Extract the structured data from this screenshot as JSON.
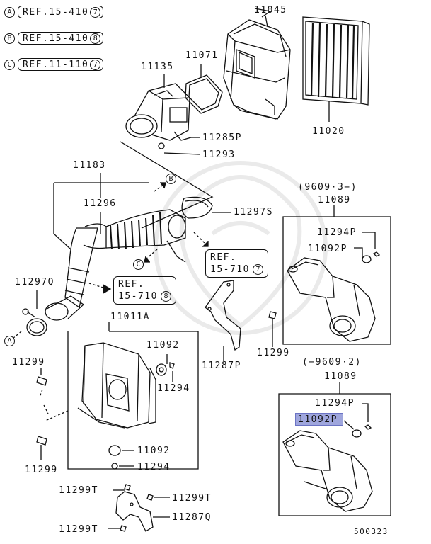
{
  "refs": [
    {
      "letter": "A",
      "text": "REF.15-410",
      "num": "7"
    },
    {
      "letter": "B",
      "text": "REF.15-410",
      "num": "8"
    },
    {
      "letter": "C",
      "text": "REF.11-110",
      "num": "7"
    }
  ],
  "parts": {
    "p11045": "11045",
    "p11071": "11071",
    "p11135": "11135",
    "p11020": "11020",
    "p11285P": "11285P",
    "p11293": "11293",
    "p11183": "11183",
    "p11296": "11296",
    "p11297S": "11297S",
    "p11297Q": "11297Q",
    "p11011A": "11011A",
    "p11092a": "11092",
    "p11294a": "11294",
    "p11092b": "11092",
    "p11294b": "11294",
    "p11299a": "11299",
    "p11299b": "11299",
    "p11299c": "11299",
    "p11287P": "11287P",
    "p11299T1": "11299T",
    "p11299T2": "11299T",
    "p11299T3": "11299T",
    "p11287Q": "11287Q",
    "p11089a": "11089",
    "p11294Pa": "11294P",
    "p11092Pa": "11092P",
    "p11089b": "11089",
    "p11294Pb": "11294P",
    "p11092Pb": "11092P"
  },
  "date_top": "(9609·3−)",
  "date_bottom": "(−9609·2)",
  "callout_ref1": {
    "line1": "REF.",
    "line2": "15-710",
    "num": "7"
  },
  "callout_ref2": {
    "line1": "REF.",
    "line2": "15-710",
    "num": "8"
  },
  "markers": {
    "a": "A",
    "b": "B",
    "c": "C"
  },
  "diagram_code": "500323",
  "highlight_color": "#9fa6dd"
}
